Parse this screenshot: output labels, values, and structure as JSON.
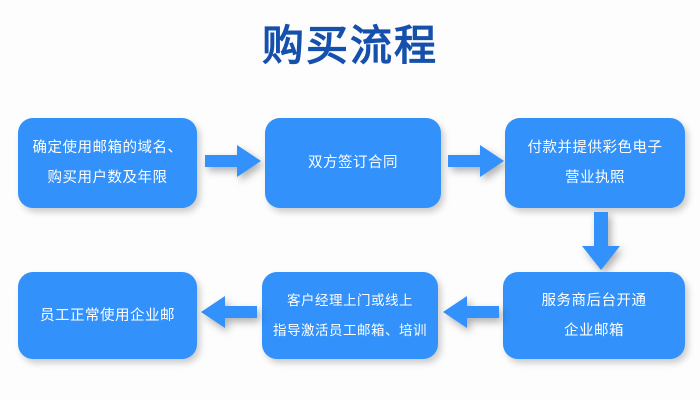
{
  "page": {
    "title": "购买流程",
    "background_color": "#fdfdfd",
    "title_color": "#1550ad",
    "box_color": "#3291fa",
    "box_text_color": "#ffffff",
    "arrow_color": "#3291fa"
  },
  "flow": {
    "type": "flowchart",
    "direction": "left-to-right then wrap down and right-to-left",
    "steps": [
      {
        "index": 1,
        "lines": [
          "确定使用邮箱的域名、",
          "购买用户数及年限"
        ],
        "text": "确定使用邮箱的域名、购买用户数及年限"
      },
      {
        "index": 2,
        "lines": [
          "双方签订合同"
        ],
        "text": "双方签订合同"
      },
      {
        "index": 3,
        "lines": [
          "付款并提供彩色电子",
          "营业执照"
        ],
        "text": "付款并提供彩色电子营业执照"
      },
      {
        "index": 4,
        "lines": [
          "服务商后台开通",
          "企业邮箱"
        ],
        "text": "服务商后台开通企业邮箱"
      },
      {
        "index": 5,
        "lines": [
          "客户经理上门或线上",
          "指导激活员工邮箱、培训"
        ],
        "text": "客户经理上门或线上指导激活员工邮箱、培训"
      },
      {
        "index": 6,
        "lines": [
          "员工正常使用企业邮"
        ],
        "text": "员工正常使用企业邮"
      }
    ],
    "connectors": [
      {
        "from": 1,
        "to": 2,
        "direction": "right"
      },
      {
        "from": 2,
        "to": 3,
        "direction": "right"
      },
      {
        "from": 3,
        "to": 4,
        "direction": "down"
      },
      {
        "from": 4,
        "to": 5,
        "direction": "left"
      },
      {
        "from": 5,
        "to": 6,
        "direction": "left"
      }
    ]
  }
}
